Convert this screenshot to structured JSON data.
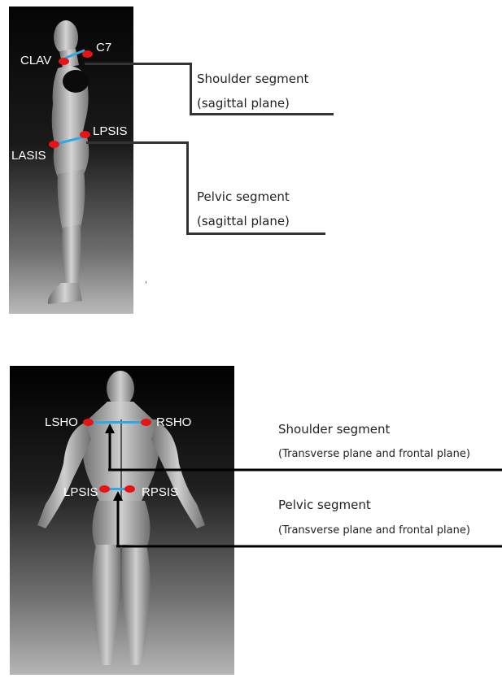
{
  "side_view": {
    "markers": {
      "clav": "CLAV",
      "c7": "C7",
      "lpsis": "LPSIS",
      "lasis": "LASIS"
    },
    "captions": {
      "shoulder_title": "Shoulder segment",
      "shoulder_plane": "(sagittal plane)",
      "pelvic_title": "Pelvic segment",
      "pelvic_plane": "(sagittal plane)"
    }
  },
  "back_view": {
    "markers": {
      "lsho": "LSHO",
      "rsho": "RSHO",
      "lpsis": "LPSIS",
      "rpsis": "RPSIS"
    },
    "captions": {
      "shoulder_title": "Shoulder segment",
      "shoulder_plane": "(Transverse plane and frontal plane)",
      "pelvic_title": "Pelvic segment",
      "pelvic_plane": "(Transverse plane and frontal plane)"
    }
  },
  "colors": {
    "marker": "#e81414",
    "segment_line": "#2ea8e6",
    "leader_line": "#333333"
  }
}
